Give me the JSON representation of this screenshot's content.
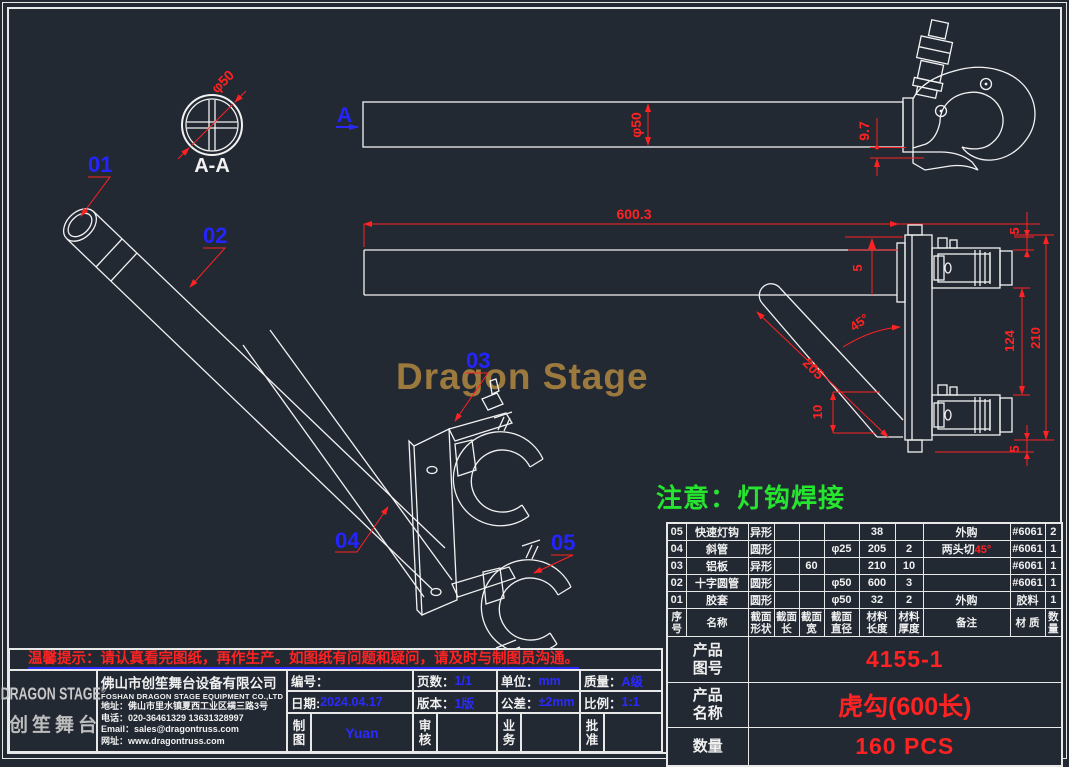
{
  "colors": {
    "background": "#232933",
    "line": "#f2f2f2",
    "dimension_red": "#ff2222",
    "label_blue": "#2a2aff",
    "note_green": "#25e52e",
    "watermark_gold": "#9c7a3e"
  },
  "watermark": {
    "text": "Dragon Stage"
  },
  "note": {
    "text": "注意：灯钩焊接"
  },
  "section": {
    "caption": "A-A",
    "dia": "φ50"
  },
  "view_marker": {
    "label": "A"
  },
  "dims": {
    "top_dia": "φ50",
    "hook_offset": "9.7",
    "length": "600.3",
    "gap_left": "5",
    "gap_top_right": "5",
    "clamp_span": "124",
    "plate_len": "210",
    "gap_bottom_right": "5",
    "angle": "45°",
    "brace_len": "205",
    "brace_tip": "10"
  },
  "labels": {
    "l01": "01",
    "l02": "02",
    "l03": "03",
    "l04": "04",
    "l05": "05"
  },
  "warning": {
    "text": "温馨提示：请认真看完图纸，再作生产。如图纸有问题和疑问，请及时与制图员沟通。"
  },
  "logo": {
    "line1": "DRAGON STAGE",
    "reg": "®",
    "line2": "创笙舞台"
  },
  "company": {
    "name": "佛山市创笙舞台设备有限公司",
    "name_en": "FOSHAN DRAGON STAGE EQUIPMENT CO.,LTD",
    "address": "地址：佛山市里水镇夏西工业区横三路3号",
    "phone": "电话：020-36461329 13631328997",
    "email": "Email：sales@dragontruss.com",
    "website": "网址：www.dragontruss.com"
  },
  "info": {
    "no_label": "编号：",
    "no_value": "",
    "pages_label": "页数：",
    "pages_value": "1/1",
    "unit_label": "单位：",
    "unit_value": "mm",
    "quality_label": "质量：",
    "quality_value": "A级",
    "date_label": "日期:",
    "date_value": "2024.04.17",
    "version_label": "版本：",
    "version_value": "1版",
    "tolerance_label": "公差：",
    "tolerance_value": "±2mm",
    "scale_label": "比例：",
    "scale_value": "1:1",
    "draft_label": "制\n图",
    "draft_value": "Yuan",
    "review_label": "审\n核",
    "review_value": "",
    "business_label": "业\n务",
    "business_value": "",
    "approve_label": "批\n准",
    "approve_value": ""
  },
  "parts": {
    "headers": {
      "no": "序\n号",
      "name": "名称",
      "shape": "截面\n形状",
      "slen": "截面\n长",
      "swid": "截面\n宽",
      "sdia": "截面\n直径",
      "mlen": "材料\n长度",
      "mthk": "材料\n厚度",
      "note": "备注",
      "mat": "材 质",
      "qty": "数\n量"
    },
    "rows": [
      {
        "no": "05",
        "name": "快速灯钩",
        "shape": "异形",
        "slen": "",
        "swid": "",
        "sdia": "",
        "mlen": "38",
        "mthk": "",
        "note": "外购",
        "note_red": "",
        "mat": "#6061",
        "qty": "2"
      },
      {
        "no": "04",
        "name": "斜管",
        "shape": "圆形",
        "slen": "",
        "swid": "",
        "sdia": "φ25",
        "mlen": "205",
        "mthk": "2",
        "note": "两头切",
        "note_red": "45°",
        "mat": "#6061",
        "qty": "1"
      },
      {
        "no": "03",
        "name": "铝板",
        "shape": "异形",
        "slen": "",
        "swid": "60",
        "sdia": "",
        "mlen": "210",
        "mthk": "10",
        "note": "",
        "note_red": "",
        "mat": "#6061",
        "qty": "1"
      },
      {
        "no": "02",
        "name": "十字圆管",
        "shape": "圆形",
        "slen": "",
        "swid": "",
        "sdia": "φ50",
        "mlen": "600",
        "mthk": "3",
        "note": "",
        "note_red": "",
        "mat": "#6061",
        "qty": "1"
      },
      {
        "no": "01",
        "name": "胶套",
        "shape": "圆形",
        "slen": "",
        "swid": "",
        "sdia": "φ50",
        "mlen": "32",
        "mthk": "2",
        "note": "外购",
        "note_red": "",
        "mat": "胶料",
        "qty": "1"
      }
    ]
  },
  "product": {
    "figure_label": "产品\n图号",
    "figure_value": "4155-1",
    "name_label": "产品\n名称",
    "name_value": "虎勾(600长)",
    "qty_label": "数量",
    "qty_value": "160 PCS"
  }
}
